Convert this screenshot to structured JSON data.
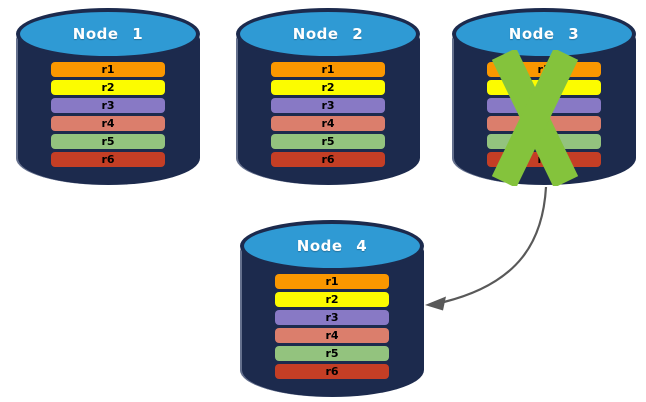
{
  "palette": {
    "cylinder_body": "#1C2A4D",
    "cylinder_top_fill": "#2F9AD4",
    "cylinder_top_border": "#1C2A4D",
    "cross": "#84C33C",
    "arrow": "#595959"
  },
  "nodes": [
    {
      "title": "Node 1",
      "crossed_out": false,
      "rows": [
        {
          "label": "r1",
          "color": "#FA9700"
        },
        {
          "label": "r2",
          "color": "#FCFC00"
        },
        {
          "label": "r3",
          "color": "#8879C5"
        },
        {
          "label": "r4",
          "color": "#DB7E6C"
        },
        {
          "label": "r5",
          "color": "#93C37E"
        },
        {
          "label": "r6",
          "color": "#C43E25"
        }
      ]
    },
    {
      "title": "Node 2",
      "crossed_out": false,
      "rows": [
        {
          "label": "r1",
          "color": "#FA9700"
        },
        {
          "label": "r2",
          "color": "#FCFC00"
        },
        {
          "label": "r3",
          "color": "#8879C5"
        },
        {
          "label": "r4",
          "color": "#DB7E6C"
        },
        {
          "label": "r5",
          "color": "#93C37E"
        },
        {
          "label": "r6",
          "color": "#C43E25"
        }
      ]
    },
    {
      "title": "Node 3",
      "crossed_out": true,
      "rows": [
        {
          "label": "r1",
          "color": "#FA9700"
        },
        {
          "label": "r2",
          "color": "#FCFC00"
        },
        {
          "label": "r3",
          "color": "#8879C5"
        },
        {
          "label": "r4",
          "color": "#DB7E6C"
        },
        {
          "label": "r5",
          "color": "#93C37E"
        },
        {
          "label": "r6",
          "color": "#C43E25"
        }
      ]
    },
    {
      "title": "Node 4",
      "crossed_out": false,
      "rows": [
        {
          "label": "r1",
          "color": "#FA9700"
        },
        {
          "label": "r2",
          "color": "#FCFC00"
        },
        {
          "label": "r3",
          "color": "#8879C5"
        },
        {
          "label": "r4",
          "color": "#DB7E6C"
        },
        {
          "label": "r5",
          "color": "#93C37E"
        },
        {
          "label": "r6",
          "color": "#C43E25"
        }
      ]
    }
  ],
  "arrow": {
    "from": "Node 3",
    "to": "Node 4"
  }
}
